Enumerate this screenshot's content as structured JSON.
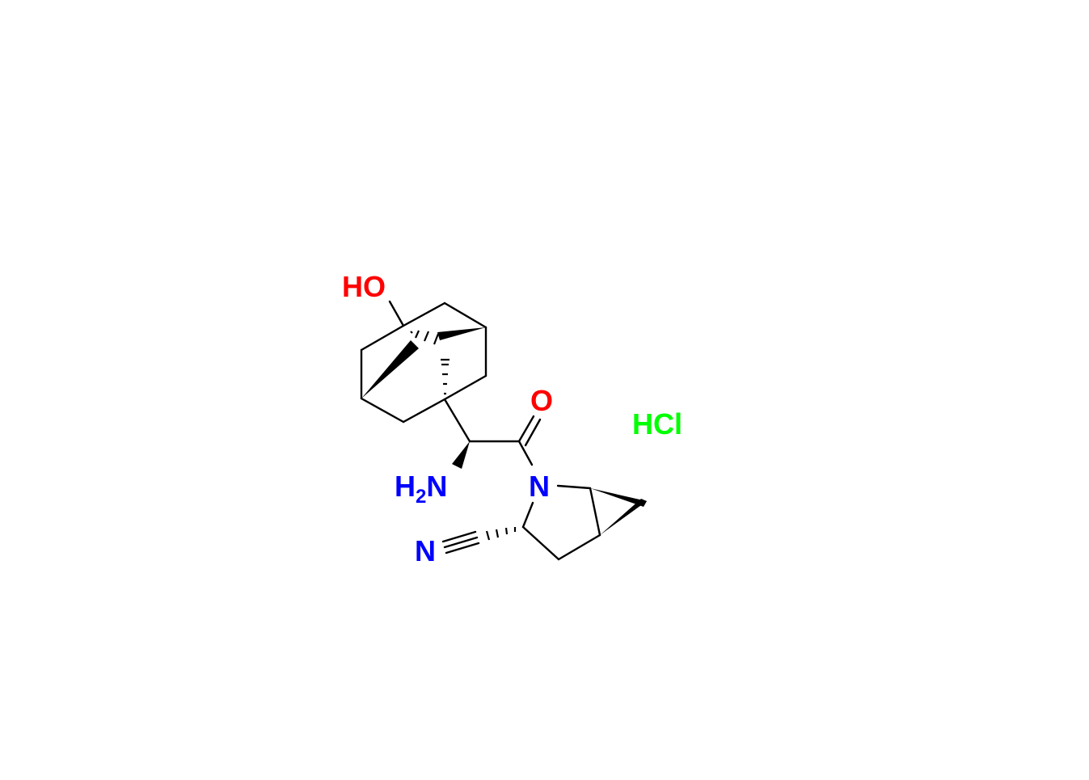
{
  "molecule": {
    "labels": {
      "hydroxyl": "HO",
      "carbonyl_oxygen": "O",
      "amine_h": "H",
      "amine_sub": "2",
      "amine_n": "N",
      "ring_nitrogen": "N",
      "nitrile_nitrogen": "N",
      "salt": "HCl"
    },
    "colors": {
      "oxygen": "#ff0000",
      "nitrogen": "#0000ff",
      "chlorine_salt": "#00ff00",
      "bond": "#000000"
    }
  }
}
